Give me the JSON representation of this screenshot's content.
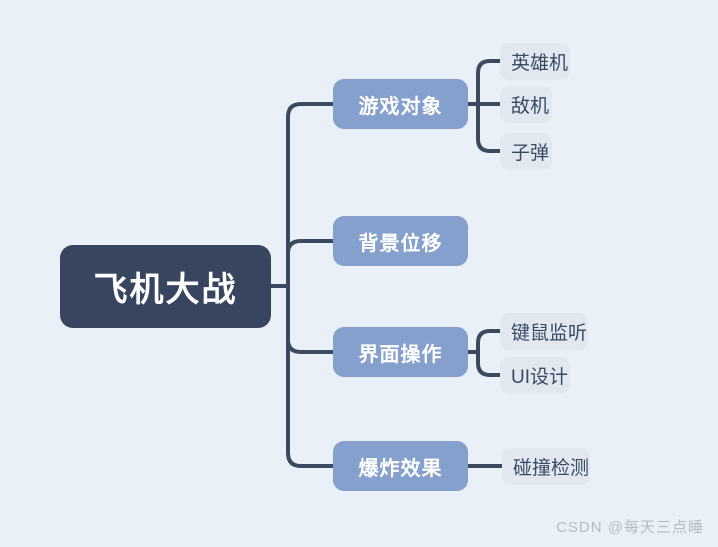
{
  "diagram": {
    "type": "mind-map",
    "background_color": "#eaf0f8",
    "root": {
      "label": "飞机大战",
      "color": "#37465e",
      "text_color": "#ffffff"
    },
    "branch_color": "#85a0cc",
    "branch_text_color": "#ffffff",
    "leaf_color": "#e2e8f0",
    "leaf_text_color": "#3b4a63",
    "edge_color": "#3c4a60",
    "branches": [
      {
        "label": "游戏对象",
        "children": [
          {
            "label": "英雄机"
          },
          {
            "label": "敌机"
          },
          {
            "label": "子弹"
          }
        ]
      },
      {
        "label": "背景位移",
        "children": []
      },
      {
        "label": "界面操作",
        "children": [
          {
            "label": "键鼠监听"
          },
          {
            "label": "UI设计"
          }
        ]
      },
      {
        "label": "爆炸效果",
        "children": [
          {
            "label": "碰撞检测"
          }
        ]
      }
    ]
  },
  "watermark": {
    "text": "CSDN @每天三点睡"
  }
}
